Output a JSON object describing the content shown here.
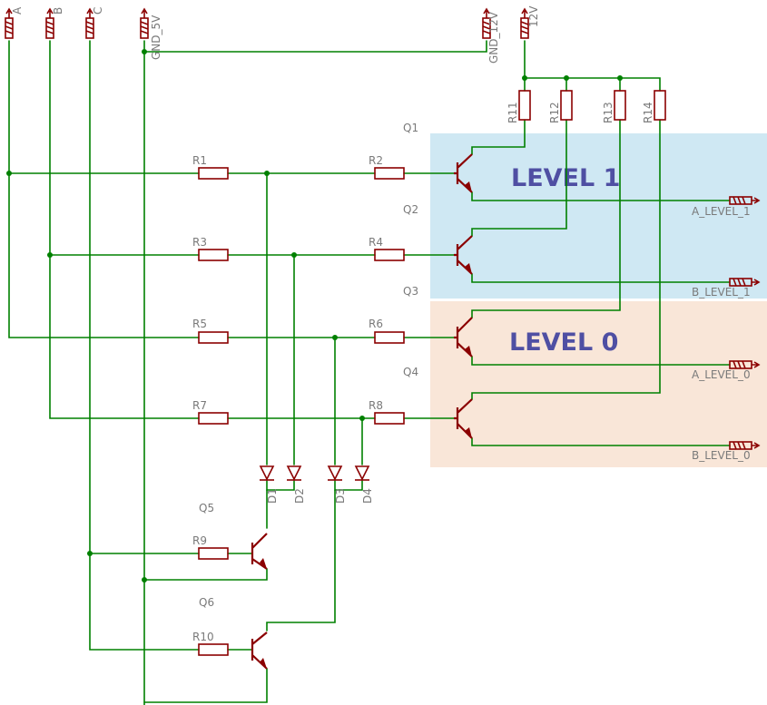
{
  "regions": {
    "level1": {
      "label": "LEVEL 1",
      "color": "#cfe8f3"
    },
    "level0": {
      "label": "LEVEL 0",
      "color": "#f9e6d8"
    }
  },
  "inputs": {
    "a": "A",
    "b": "B",
    "c": "C",
    "gnd5": "GND_5V",
    "gnd12": "GND_12V",
    "v12": "12V"
  },
  "outputs": {
    "a_level_1": "A_LEVEL_1",
    "b_level_1": "B_LEVEL_1",
    "a_level_0": "A_LEVEL_0",
    "b_level_0": "B_LEVEL_0"
  },
  "resistors": {
    "r1": "R1",
    "r2": "R2",
    "r3": "R3",
    "r4": "R4",
    "r5": "R5",
    "r6": "R6",
    "r7": "R7",
    "r8": "R8",
    "r9": "R9",
    "r10": "R10",
    "r11": "R11",
    "r12": "R12",
    "r13": "R13",
    "r14": "R14"
  },
  "transistors": {
    "q1": "Q1",
    "q2": "Q2",
    "q3": "Q3",
    "q4": "Q4",
    "q5": "Q5",
    "q6": "Q6"
  },
  "diodes": {
    "d1": "D1",
    "d2": "D2",
    "d3": "D3",
    "d4": "D4"
  },
  "colors": {
    "wire": "#008000",
    "component": "#8b0000",
    "label": "#7a7a7a",
    "region_text": "#4f4fa3"
  }
}
